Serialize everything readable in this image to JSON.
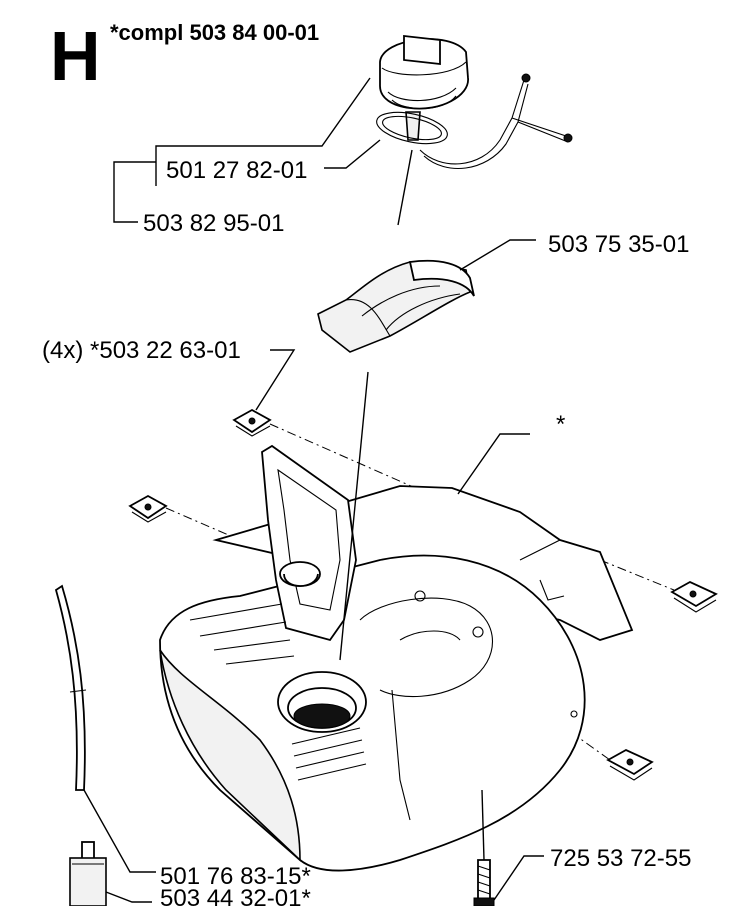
{
  "header": {
    "section_letter": "H",
    "assembly_label": "*compl 503 84 00-01"
  },
  "callouts": {
    "fuel_cap_gasket": "501 27 82-01",
    "fuel_cap_assembly": "503 82 95-01",
    "air_baffle": "503 75 35-01",
    "vibration_damper": "(4x) *503 22 63-01",
    "tank_housing": "*",
    "fuel_hose": "501 76 83-15*",
    "fuel_filter": "503 44 32-01*",
    "screw": "725 53 72-55"
  }
}
